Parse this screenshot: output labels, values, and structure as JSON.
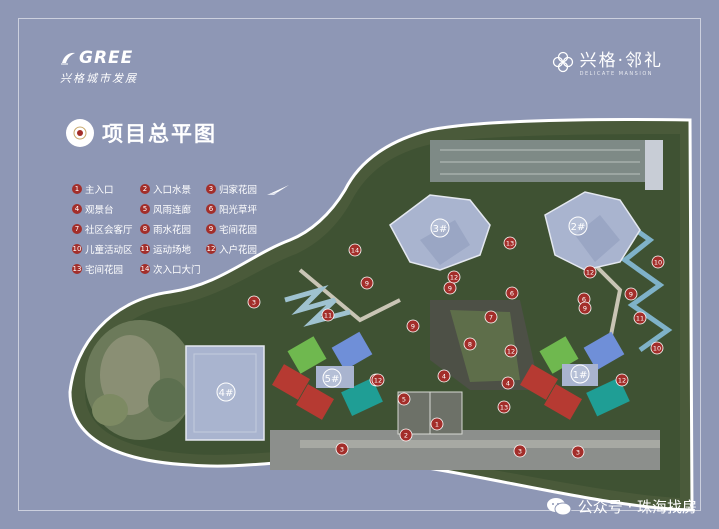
{
  "brand": {
    "logo_text": "GREE",
    "tagline": "兴格城市发展"
  },
  "project": {
    "name": "兴格·邻礼",
    "name_en": "DELICATE MANSION"
  },
  "title": "项目总平图",
  "legend": [
    {
      "num": "1",
      "label": "主入口"
    },
    {
      "num": "2",
      "label": "入口水景"
    },
    {
      "num": "3",
      "label": "归家花园"
    },
    {
      "num": "4",
      "label": "观景台"
    },
    {
      "num": "5",
      "label": "风雨连廊"
    },
    {
      "num": "6",
      "label": "阳光草坪"
    },
    {
      "num": "7",
      "label": "社区会客厅"
    },
    {
      "num": "8",
      "label": "雨水花园"
    },
    {
      "num": "9",
      "label": "宅间花园"
    },
    {
      "num": "10",
      "label": "儿童活动区"
    },
    {
      "num": "11",
      "label": "运动场地"
    },
    {
      "num": "12",
      "label": "入户花园"
    },
    {
      "num": "13",
      "label": "宅间花园"
    },
    {
      "num": "14",
      "label": "次入口大门"
    }
  ],
  "buildings": [
    {
      "id": "b1",
      "label": "1#"
    },
    {
      "id": "b2",
      "label": "2#"
    },
    {
      "id": "b3",
      "label": "3#"
    },
    {
      "id": "b4",
      "label": "4#"
    },
    {
      "id": "b5",
      "label": "5#"
    }
  ],
  "markers": [
    "1",
    "2",
    "3",
    "3",
    "3",
    "3",
    "4",
    "4",
    "5",
    "6",
    "6",
    "7",
    "8",
    "9",
    "9",
    "9",
    "9",
    "9",
    "10",
    "10",
    "11",
    "11",
    "12",
    "12",
    "12",
    "12",
    "12",
    "12",
    "13",
    "13",
    "14"
  ],
  "watermark": "公众号 · 珠海找房",
  "colors": {
    "background": "#8e97b5",
    "marker": "#a32e2a",
    "building_gray": "#a9b4cf",
    "building_red": "#b63a32",
    "building_blue": "#6f8fd8",
    "building_green": "#6fb84f",
    "building_teal": "#1f9e95"
  },
  "icons": [
    "compass-icon",
    "wechat-icon",
    "gree-logo-icon",
    "knot-logo-icon"
  ]
}
